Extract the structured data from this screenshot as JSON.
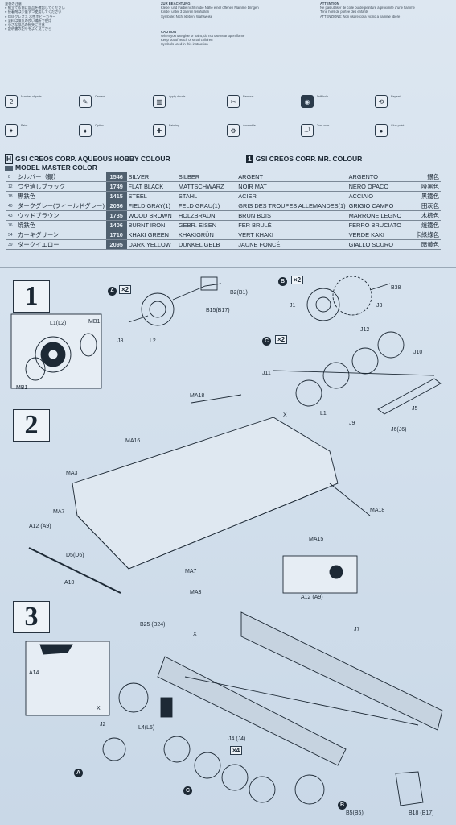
{
  "intro": {
    "jp_lines": [
      "塗装の注意",
      "● 組立てる前に部品を確認してください",
      "● 接着剤は少量ずつ使用してください",
      "● GSI クレオス 水性ホビーカラー",
      "● 塗料は換気の良い場所で使用",
      "● 小さな部品の紛失に注意",
      "● 説明書の記号をよく見てから"
    ],
    "de_lines": [
      "ZUR BEACHTUNG",
      "Kleber und Farbe nicht in die Nähe einer offenen Flamme bringen",
      "Kinder unter 3 Jahren fernhalten",
      "Symbole: Nicht kleben, Wahlweise"
    ],
    "en_lines": [
      "CAUTION",
      "When you use glue or paint, do not use near open flame",
      "Keep out of reach of small children",
      "Symbols used in this instruction"
    ],
    "fr_lines": [
      "ATTENTION",
      "Ne pas utiliser de colle ou de peinture à proximité d'une flamme",
      "Tenir hors de portée des enfants",
      "ATTENZIONE: Non usare colla vicino a fiamme libere"
    ]
  },
  "icons": [
    {
      "name": "cut-and-number-icon",
      "symbol": "2",
      "label": "Number of parts"
    },
    {
      "name": "cement-icon",
      "symbol": "✎",
      "label": "Cement"
    },
    {
      "name": "decal-icon",
      "symbol": "▥",
      "label": "Apply decals"
    },
    {
      "name": "remove-icon",
      "symbol": "✂",
      "label": "Remove"
    },
    {
      "name": "hole-icon",
      "symbol": "◉",
      "label": "Drill hole"
    },
    {
      "name": "repeat-icon",
      "symbol": "⟲",
      "label": "Repeat"
    },
    {
      "name": "paint-icon",
      "symbol": "✦",
      "label": "Paint"
    },
    {
      "name": "choose-icon",
      "symbol": "♦",
      "label": "Option"
    },
    {
      "name": "dropper-icon",
      "symbol": "✚",
      "label": "Painting"
    },
    {
      "name": "assembly-icon",
      "symbol": "⚙",
      "label": "Assemble"
    },
    {
      "name": "rotate-icon",
      "symbol": "⤾",
      "label": "Turn over"
    },
    {
      "name": "drop-icon",
      "symbol": "●",
      "label": "Glue point"
    }
  ],
  "headers": {
    "h1": "GSI CREOS CORP. AQUEOUS HOBBY COLOUR",
    "h2": "MODEL MASTER COLOR",
    "h3": "GSI CREOS CORP. MR. COLOUR",
    "h1_prefix": "H",
    "h3_prefix": "1"
  },
  "colors": [
    {
      "tag": "8",
      "jp": "シルバー（銀）",
      "code": "1546",
      "en": "SILVER",
      "de": "SILBER",
      "fr": "ARGENT",
      "it": "ARGENTO",
      "cn": "銀色"
    },
    {
      "tag": "12",
      "jp": "つや消しブラック",
      "code": "1749",
      "en": "FLAT BLACK",
      "de": "MATTSCHWARZ",
      "fr": "NOIR MAT",
      "it": "NERO OPACO",
      "cn": "哑黑色"
    },
    {
      "tag": "18",
      "jp": "黒鉄色",
      "code": "1415",
      "en": "STEEL",
      "de": "STAHL",
      "fr": "ACIER",
      "it": "ACCIAIO",
      "cn": "黑鐵色"
    },
    {
      "tag": "40",
      "jp": "ダークグレー(フィールドグレー)",
      "code": "2036",
      "en": "FIELD GRAY(1)",
      "de": "FELD GRAU(1)",
      "fr": "GRIS DES TROUPES ALLEMANDES(1)",
      "it": "GRIGIO CAMPO",
      "cn": "田灰色"
    },
    {
      "tag": "43",
      "jp": "ウッドブラウン",
      "code": "1735",
      "en": "WOOD BROWN",
      "de": "HOLZBRAUN",
      "fr": "BRUN BOIS",
      "it": "MARRONE LEGNO",
      "cn": "木棕色"
    },
    {
      "tag": "76",
      "jp": "焼鉄色",
      "code": "1406",
      "en": "BURNT IRON",
      "de": "GEBR. EISEN",
      "fr": "FER BRULÉ",
      "it": "FERRO BRUCIATO",
      "cn": "燒鐵色"
    },
    {
      "tag": "54",
      "jp": "カーキグリーン",
      "code": "1710",
      "en": "KHAKI GREEN",
      "de": "KHAKIGRÜN",
      "fr": "VERT KHAKI",
      "it": "VERDE KAKI",
      "cn": "卡綠綠色"
    },
    {
      "tag": "39",
      "jp": "ダークイエロー",
      "code": "2095",
      "en": "DARK YELLOW",
      "de": "DUNKEL GELB",
      "fr": "JAUNE FONCÉ",
      "it": "GIALLO SCURO",
      "cn": "暗黃色"
    }
  ],
  "steps": [
    {
      "number": "1"
    },
    {
      "number": "2"
    },
    {
      "number": "3"
    }
  ],
  "step1": {
    "callouts": [
      "A",
      "B",
      "C"
    ],
    "qty_a": "×2",
    "qty_b": "×2",
    "qty_c": "×2",
    "parts": [
      "B2(B1)",
      "B15(B17)",
      "L2",
      "J8",
      "B38",
      "J1",
      "J3",
      "L1(L2)",
      "MB1",
      "MB1",
      "J12",
      "J10",
      "J11",
      "L1",
      "J9",
      "J5",
      "J6(J6)"
    ]
  },
  "step2": {
    "parts": [
      "MA18",
      "MA16",
      "X",
      "MA3",
      "MA7",
      "A12 (A9)",
      "D5(D6)",
      "A10",
      "MA7",
      "MA3",
      "MA15",
      "MA18",
      "A12 (A9)"
    ]
  },
  "step3": {
    "parts": [
      "B25 (B24)",
      "X",
      "J7",
      "A14",
      "X",
      "J2",
      "L4(L5)",
      "J4 (J4)",
      "B5(B5)",
      "B18 (B17)"
    ],
    "qty": "×4",
    "callouts": [
      "A",
      "C",
      "B"
    ]
  }
}
